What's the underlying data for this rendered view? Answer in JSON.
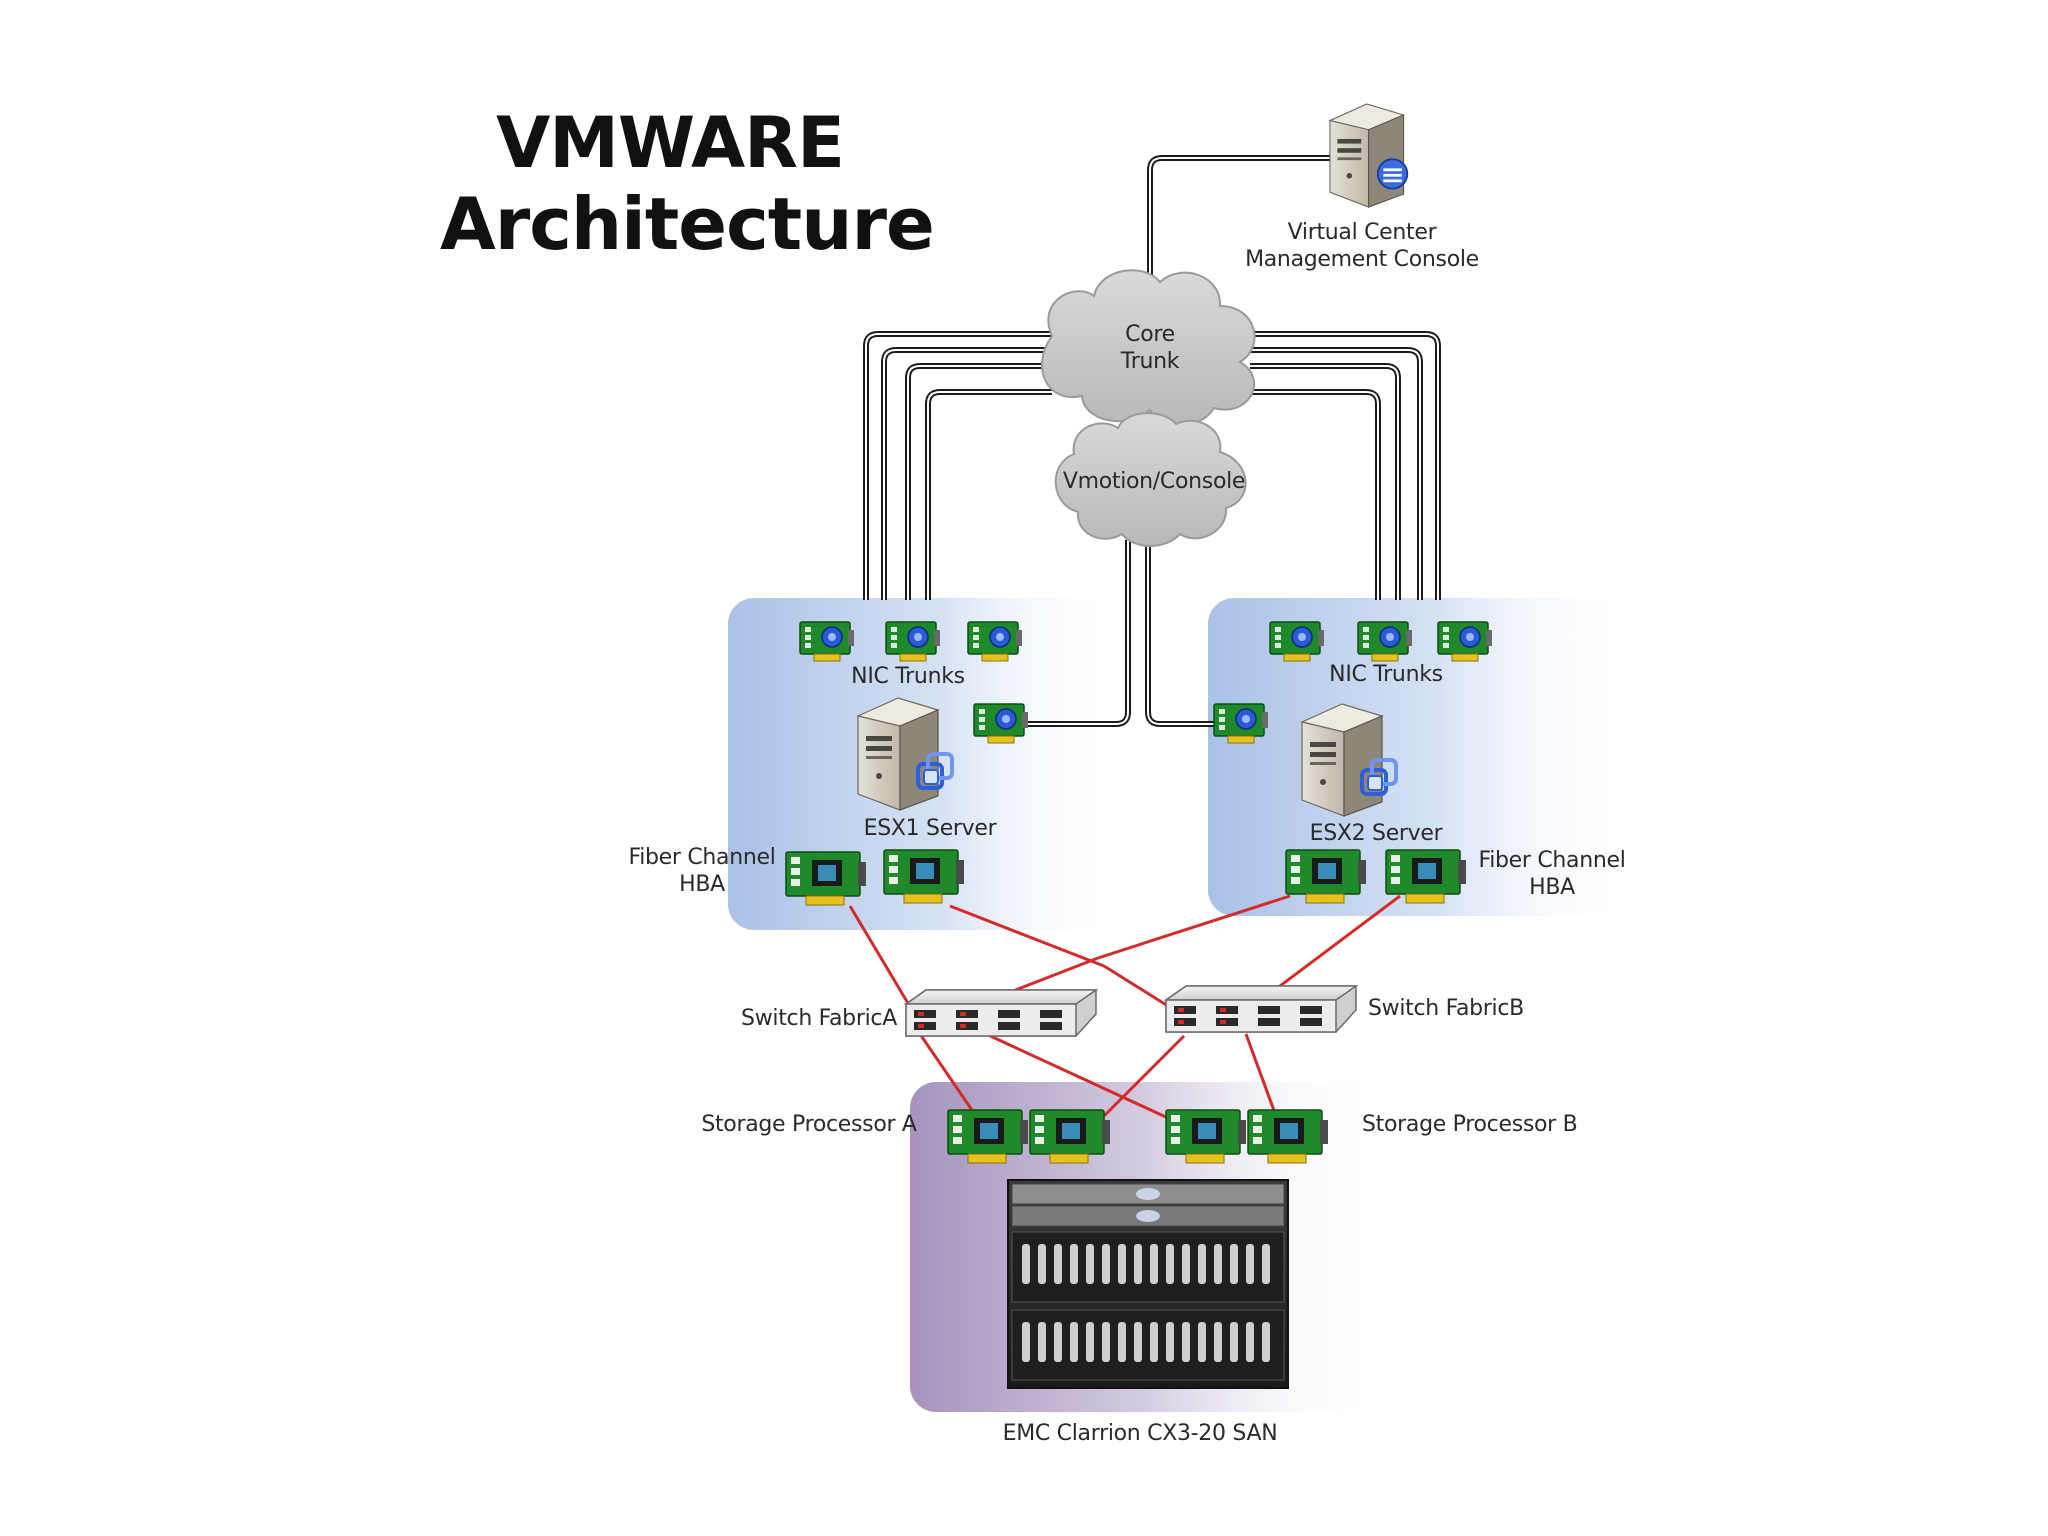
{
  "title": {
    "line1": "VMWARE",
    "line2": "Architecture"
  },
  "nodes": {
    "virtual_center": {
      "line1": "Virtual Center",
      "line2": "Management Console",
      "icon": "server-tower-network-icon"
    },
    "core_trunk": {
      "line1": "Core",
      "line2": "Trunk",
      "icon": "cloud-icon"
    },
    "vmotion": {
      "label": "Vmotion/Console",
      "icon": "cloud-icon"
    },
    "esx1": {
      "label": "ESX1 Server",
      "nic_label": "NIC Trunks",
      "hba_line1": "Fiber Channel",
      "hba_line2": "HBA",
      "icon": "esx-server-icon"
    },
    "esx2": {
      "label": "ESX2 Server",
      "nic_label": "NIC Trunks",
      "hba_line1": "Fiber Channel",
      "hba_line2": "HBA",
      "icon": "esx-server-icon"
    },
    "switch_a": {
      "label": "Switch FabricA",
      "icon": "fibre-switch-icon"
    },
    "switch_b": {
      "label": "Switch FabricB",
      "icon": "fibre-switch-icon"
    },
    "sp_a": {
      "label": "Storage Processor A"
    },
    "sp_b": {
      "label": "Storage Processor B"
    },
    "san": {
      "label": "EMC Clarrion CX3-20 SAN",
      "icon": "storage-array-icon"
    }
  },
  "colors": {
    "server_zone": "#a9c1e6",
    "san_zone": "#a593bd",
    "fibre_link": "#d42a2a",
    "network_link": "#1a1a1a",
    "cloud": "#c8c8c8",
    "card_pcb": "#1f8a2a",
    "nic_chip": "#2a5bd6"
  }
}
